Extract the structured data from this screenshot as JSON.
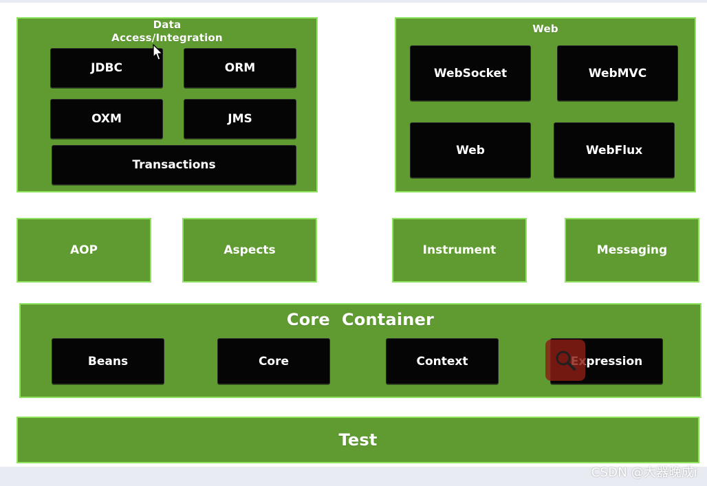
{
  "diagram": {
    "data_access": {
      "title_line1": "Data",
      "title_line2": "Access/Integration",
      "modules": [
        "JDBC",
        "ORM",
        "OXM",
        "JMS",
        "Transactions"
      ]
    },
    "web": {
      "title": "Web",
      "modules": [
        "WebSocket",
        "WebMVC",
        "Web",
        "WebFlux"
      ]
    },
    "middle": {
      "modules": [
        "AOP",
        "Aspects",
        "Instrument",
        "Messaging"
      ]
    },
    "core_container": {
      "title": "Core  Container",
      "modules": [
        "Beans",
        "Core",
        "Context",
        "Expression"
      ]
    },
    "test": {
      "title": "Test"
    }
  },
  "overlay": {
    "watermark": "CSDN @大器晚成i",
    "icons": {
      "cursor": "mouse-cursor-icon",
      "magnifier": "magnifier-icon"
    },
    "colors": {
      "panel_green": "#5f9b31",
      "panel_border": "#8fe35f",
      "module_black": "#050505",
      "search_red": "#8c1f15"
    }
  }
}
